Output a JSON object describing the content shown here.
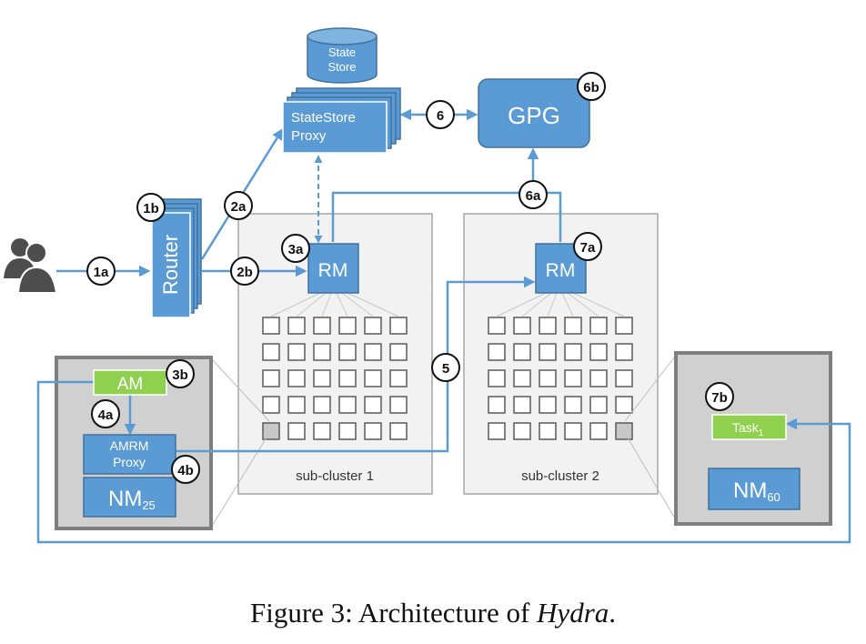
{
  "state_store": {
    "line1": "State",
    "line2": "Store"
  },
  "statestore_proxy": {
    "line1": "StateStore",
    "line2": "Proxy"
  },
  "gpg": {
    "label": "GPG"
  },
  "router": {
    "label": "Router"
  },
  "rm1": {
    "label": "RM"
  },
  "rm2": {
    "label": "RM"
  },
  "subcluster1": {
    "label": "sub-cluster 1"
  },
  "subcluster2": {
    "label": "sub-cluster 2"
  },
  "am": {
    "label": "AM"
  },
  "amrm_proxy": {
    "line1": "AMRM",
    "line2": "Proxy"
  },
  "nm25": {
    "base": "NM",
    "sub": "25"
  },
  "task": {
    "base": "Task",
    "sub": "1"
  },
  "nm60": {
    "base": "NM",
    "sub": "60"
  },
  "badges": {
    "b1a": "1a",
    "b1b": "1b",
    "b2a": "2a",
    "b2b": "2b",
    "b3a": "3a",
    "b3b": "3b",
    "b4a": "4a",
    "b4b": "4b",
    "b5": "5",
    "b6": "6",
    "b6a": "6a",
    "b6b": "6b",
    "b7a": "7a",
    "b7b": "7b"
  },
  "caption": {
    "prefix": "Figure 3:  Architecture of ",
    "emph": "Hydra",
    "suffix": "."
  },
  "colors": {
    "blue": "#5b9bd5",
    "blue_border": "#41719c",
    "green": "#8fd14f",
    "gray_box": "#d0d0d0",
    "subcluster_bg": "#f2f2f2"
  }
}
